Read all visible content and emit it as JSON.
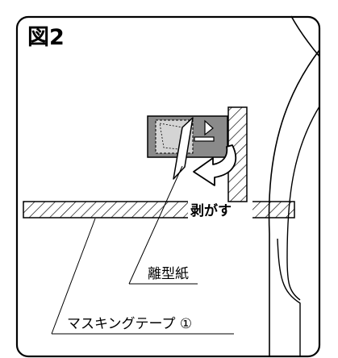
{
  "figure": {
    "label": "図2",
    "action_label": "剥がす",
    "release_paper_label": "離型紙",
    "masking_tape_label": "マスキングテープ ①"
  },
  "colors": {
    "line": "#000000",
    "gray": "#8a8a8a",
    "light_gray": "#d4d4d4",
    "background": "#ffffff"
  },
  "icons": {
    "peel_arrow": "curved-arrow-left",
    "marker": "step-arrow-icon"
  }
}
